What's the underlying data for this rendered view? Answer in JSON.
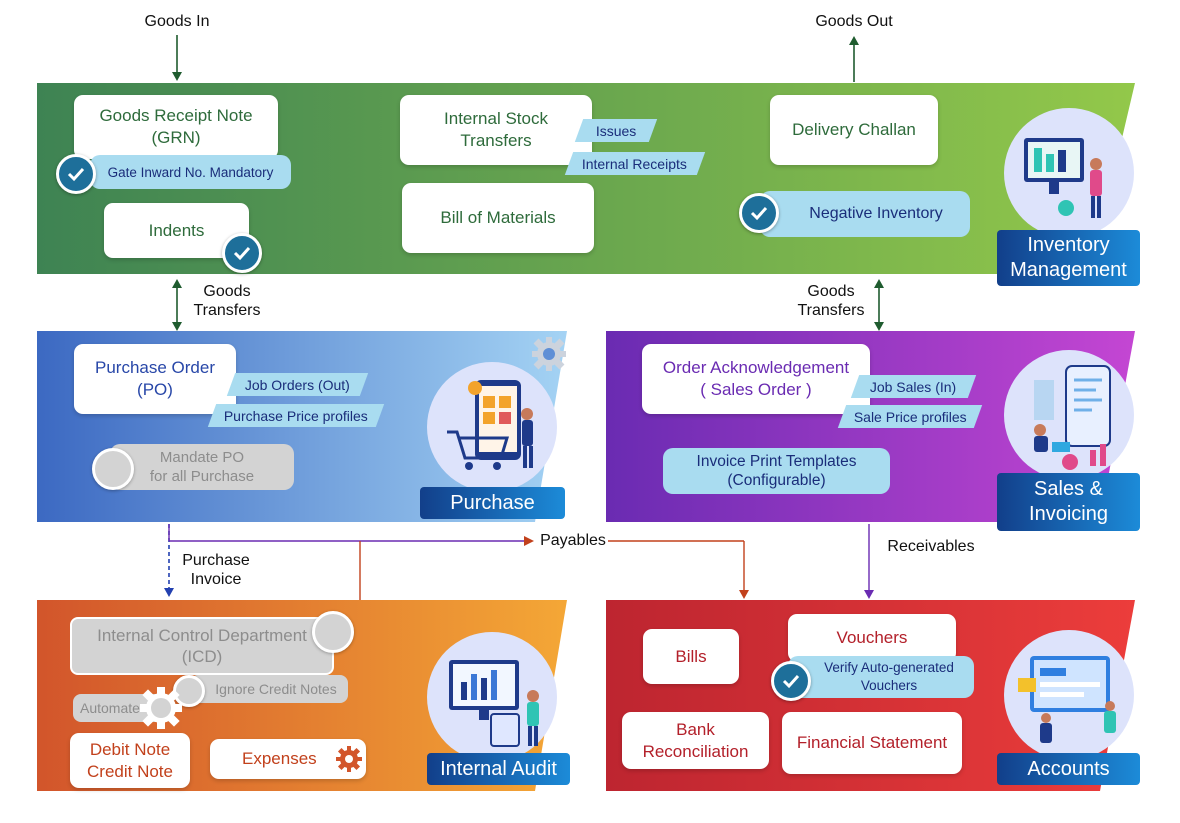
{
  "flow": {
    "goods_in": "Goods In",
    "goods_out": "Goods Out",
    "goods_transfers_left": "Goods\nTransfers",
    "goods_transfers_right": "Goods\nTransfers",
    "purchase_invoice": "Purchase\nInvoice",
    "payables": "Payables",
    "receivables": "Receivables"
  },
  "inventory": {
    "title": "Inventory\nManagement",
    "grn": "Goods Receipt Note\n(GRN)",
    "gate_inward": "Gate Inward No. Mandatory",
    "indents": "Indents",
    "internal_stock": "Internal Stock\nTransfers",
    "issues": "Issues",
    "internal_receipts": "Internal Receipts",
    "bom": "Bill of Materials",
    "delivery_challan": "Delivery Challan",
    "negative_inventory": "Negative  Inventory"
  },
  "purchase": {
    "title": "Purchase",
    "po": "Purchase Order\n(PO)",
    "job_orders": "Job Orders (Out)",
    "price_profiles": "Purchase Price  profiles",
    "mandate_po": "Mandate PO\nfor all Purchase"
  },
  "sales": {
    "title": "Sales &\nInvoicing",
    "order_ack": "Order Acknowledgement\n( Sales Order )",
    "job_sales": "Job Sales (In)",
    "sale_price": "Sale Price  profiles",
    "invoice_templates": "Invoice Print Templates\n(Configurable)"
  },
  "audit": {
    "title": "Internal Audit",
    "icd": "Internal Control Department\n(ICD)",
    "ignore_credit": "Ignore Credit Notes",
    "automate": "Automate",
    "debit_credit": "Debit Note\nCredit Note",
    "expenses": "Expenses"
  },
  "accounts": {
    "title": "Accounts",
    "bills": "Bills",
    "vouchers": "Vouchers",
    "verify_vouchers": "Verify Auto-generated\nVouchers",
    "bank_recon": "Bank\nReconciliation",
    "financial_statement": "Financial Statement"
  },
  "colors": {
    "inventory_start": "#3e8353",
    "inventory_end": "#8fc54a",
    "purchase_start": "#3d6cc4",
    "purchase_end": "#9ecdf2",
    "sales_start": "#6c2bb4",
    "sales_end": "#c245d2",
    "audit_start": "#d25a2a",
    "audit_end": "#f3a435",
    "accounts_start": "#c0262c",
    "accounts_end": "#ea3a3c",
    "badge_blue": "#1573c9"
  }
}
